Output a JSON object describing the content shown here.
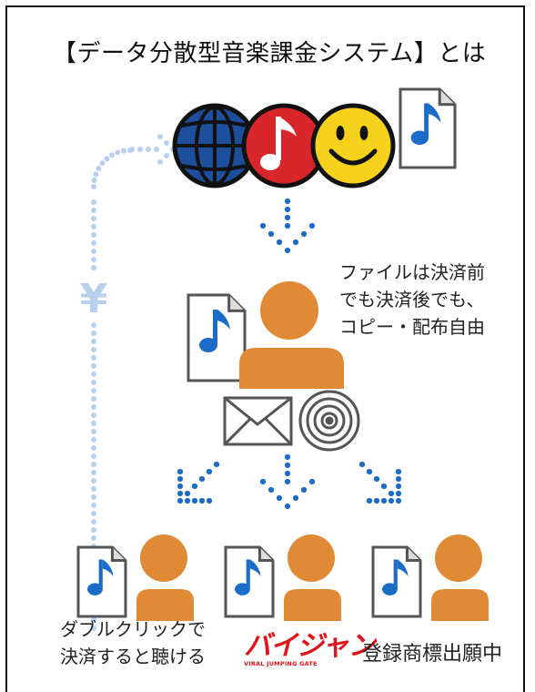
{
  "title": "【データ分散型音楽課金システム】とは",
  "description": {
    "line1": "ファイルは決済前",
    "line2": "でも決済後でも、",
    "line3": "コピー・配布自由"
  },
  "double_click": {
    "line1": "ダブルクリックで",
    "line2": "決済すると聴ける"
  },
  "brand": {
    "name": "バイジャン",
    "tagline": "VIRAL JUMPING GATE"
  },
  "trademark_status": "登録商標出願中",
  "currency_symbol": "¥",
  "colors": {
    "person": "#e08a36",
    "dots_blue": "#1a6cc8",
    "dots_light": "#b9cfee",
    "brand_red": "#e0141b",
    "web_blue": "#1d4f9c",
    "music_red": "#d9262b",
    "smile_yellow": "#f6d21c"
  },
  "icons": [
    "globe-icon",
    "music-note-icon",
    "smiley-icon",
    "music-file-icon",
    "person-icon",
    "envelope-icon",
    "disc-icon",
    "yen-icon"
  ]
}
